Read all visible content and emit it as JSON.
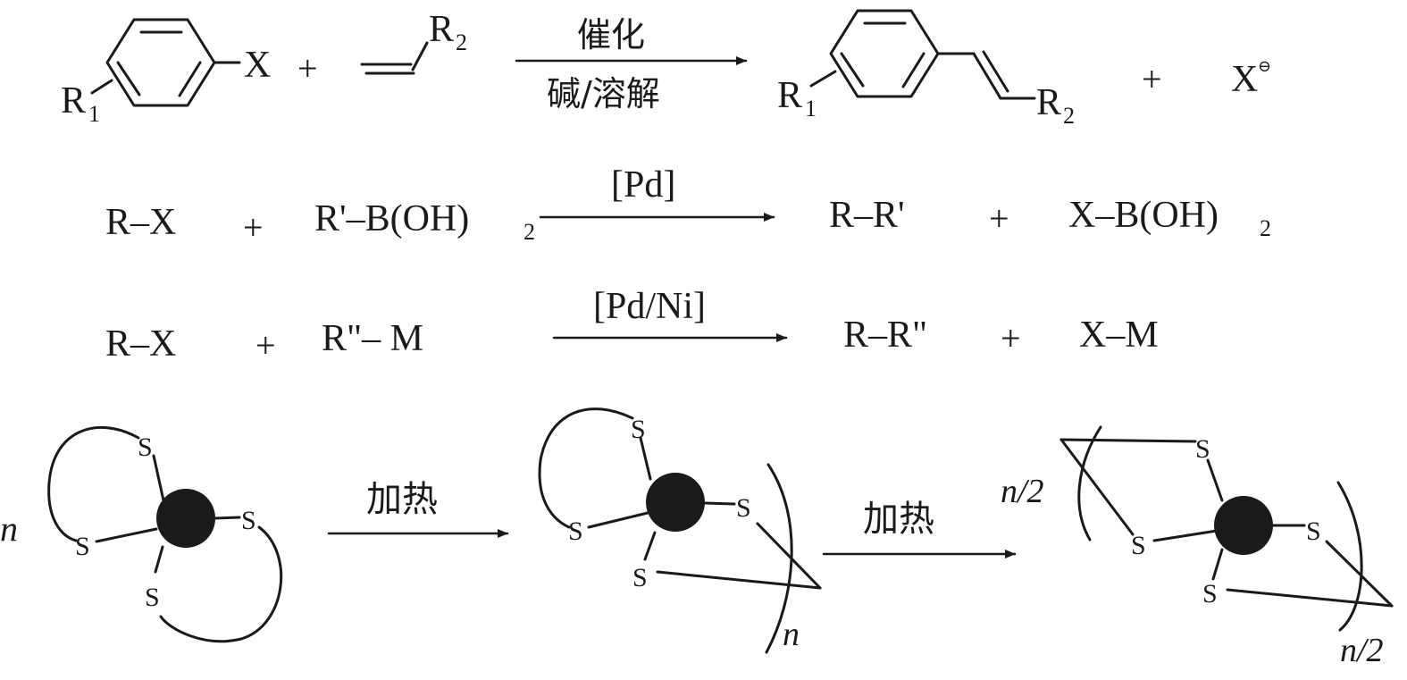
{
  "reaction1": {
    "r1": "R",
    "r1_sub": "1",
    "x": "X",
    "plus": "+",
    "r2": "R",
    "r2_sub": "2",
    "cond_top": "催化",
    "cond_bottom": "碱/溶解",
    "prod_r1": "R",
    "prod_r1_sub": "1",
    "prod_r2": "R",
    "prod_r2_sub": "2",
    "plus2": "+",
    "x_anion": "X",
    "anion_charge": "⊖"
  },
  "reaction2": {
    "reactant1": "R–X",
    "plus1": "+",
    "reactant2": "R'–B(OH)",
    "reactant2_sub": "2",
    "catalyst": "[Pd]",
    "product1": "R–R'",
    "plus2": "+",
    "product2": "X–B(OH)",
    "product2_sub": "2"
  },
  "reaction3": {
    "reactant1": "R–X",
    "plus1": "+",
    "reactant2": "R\"– M",
    "catalyst": "[Pd/Ni]",
    "product1": "R–R\"",
    "plus2": "+",
    "product2": "X–M"
  },
  "polymer": {
    "n_left": "n",
    "s": "S",
    "heat1": "加热",
    "heat2": "加热",
    "n_middle": "n",
    "n_half_top": "n/2",
    "n_half_bottom": "n/2"
  }
}
